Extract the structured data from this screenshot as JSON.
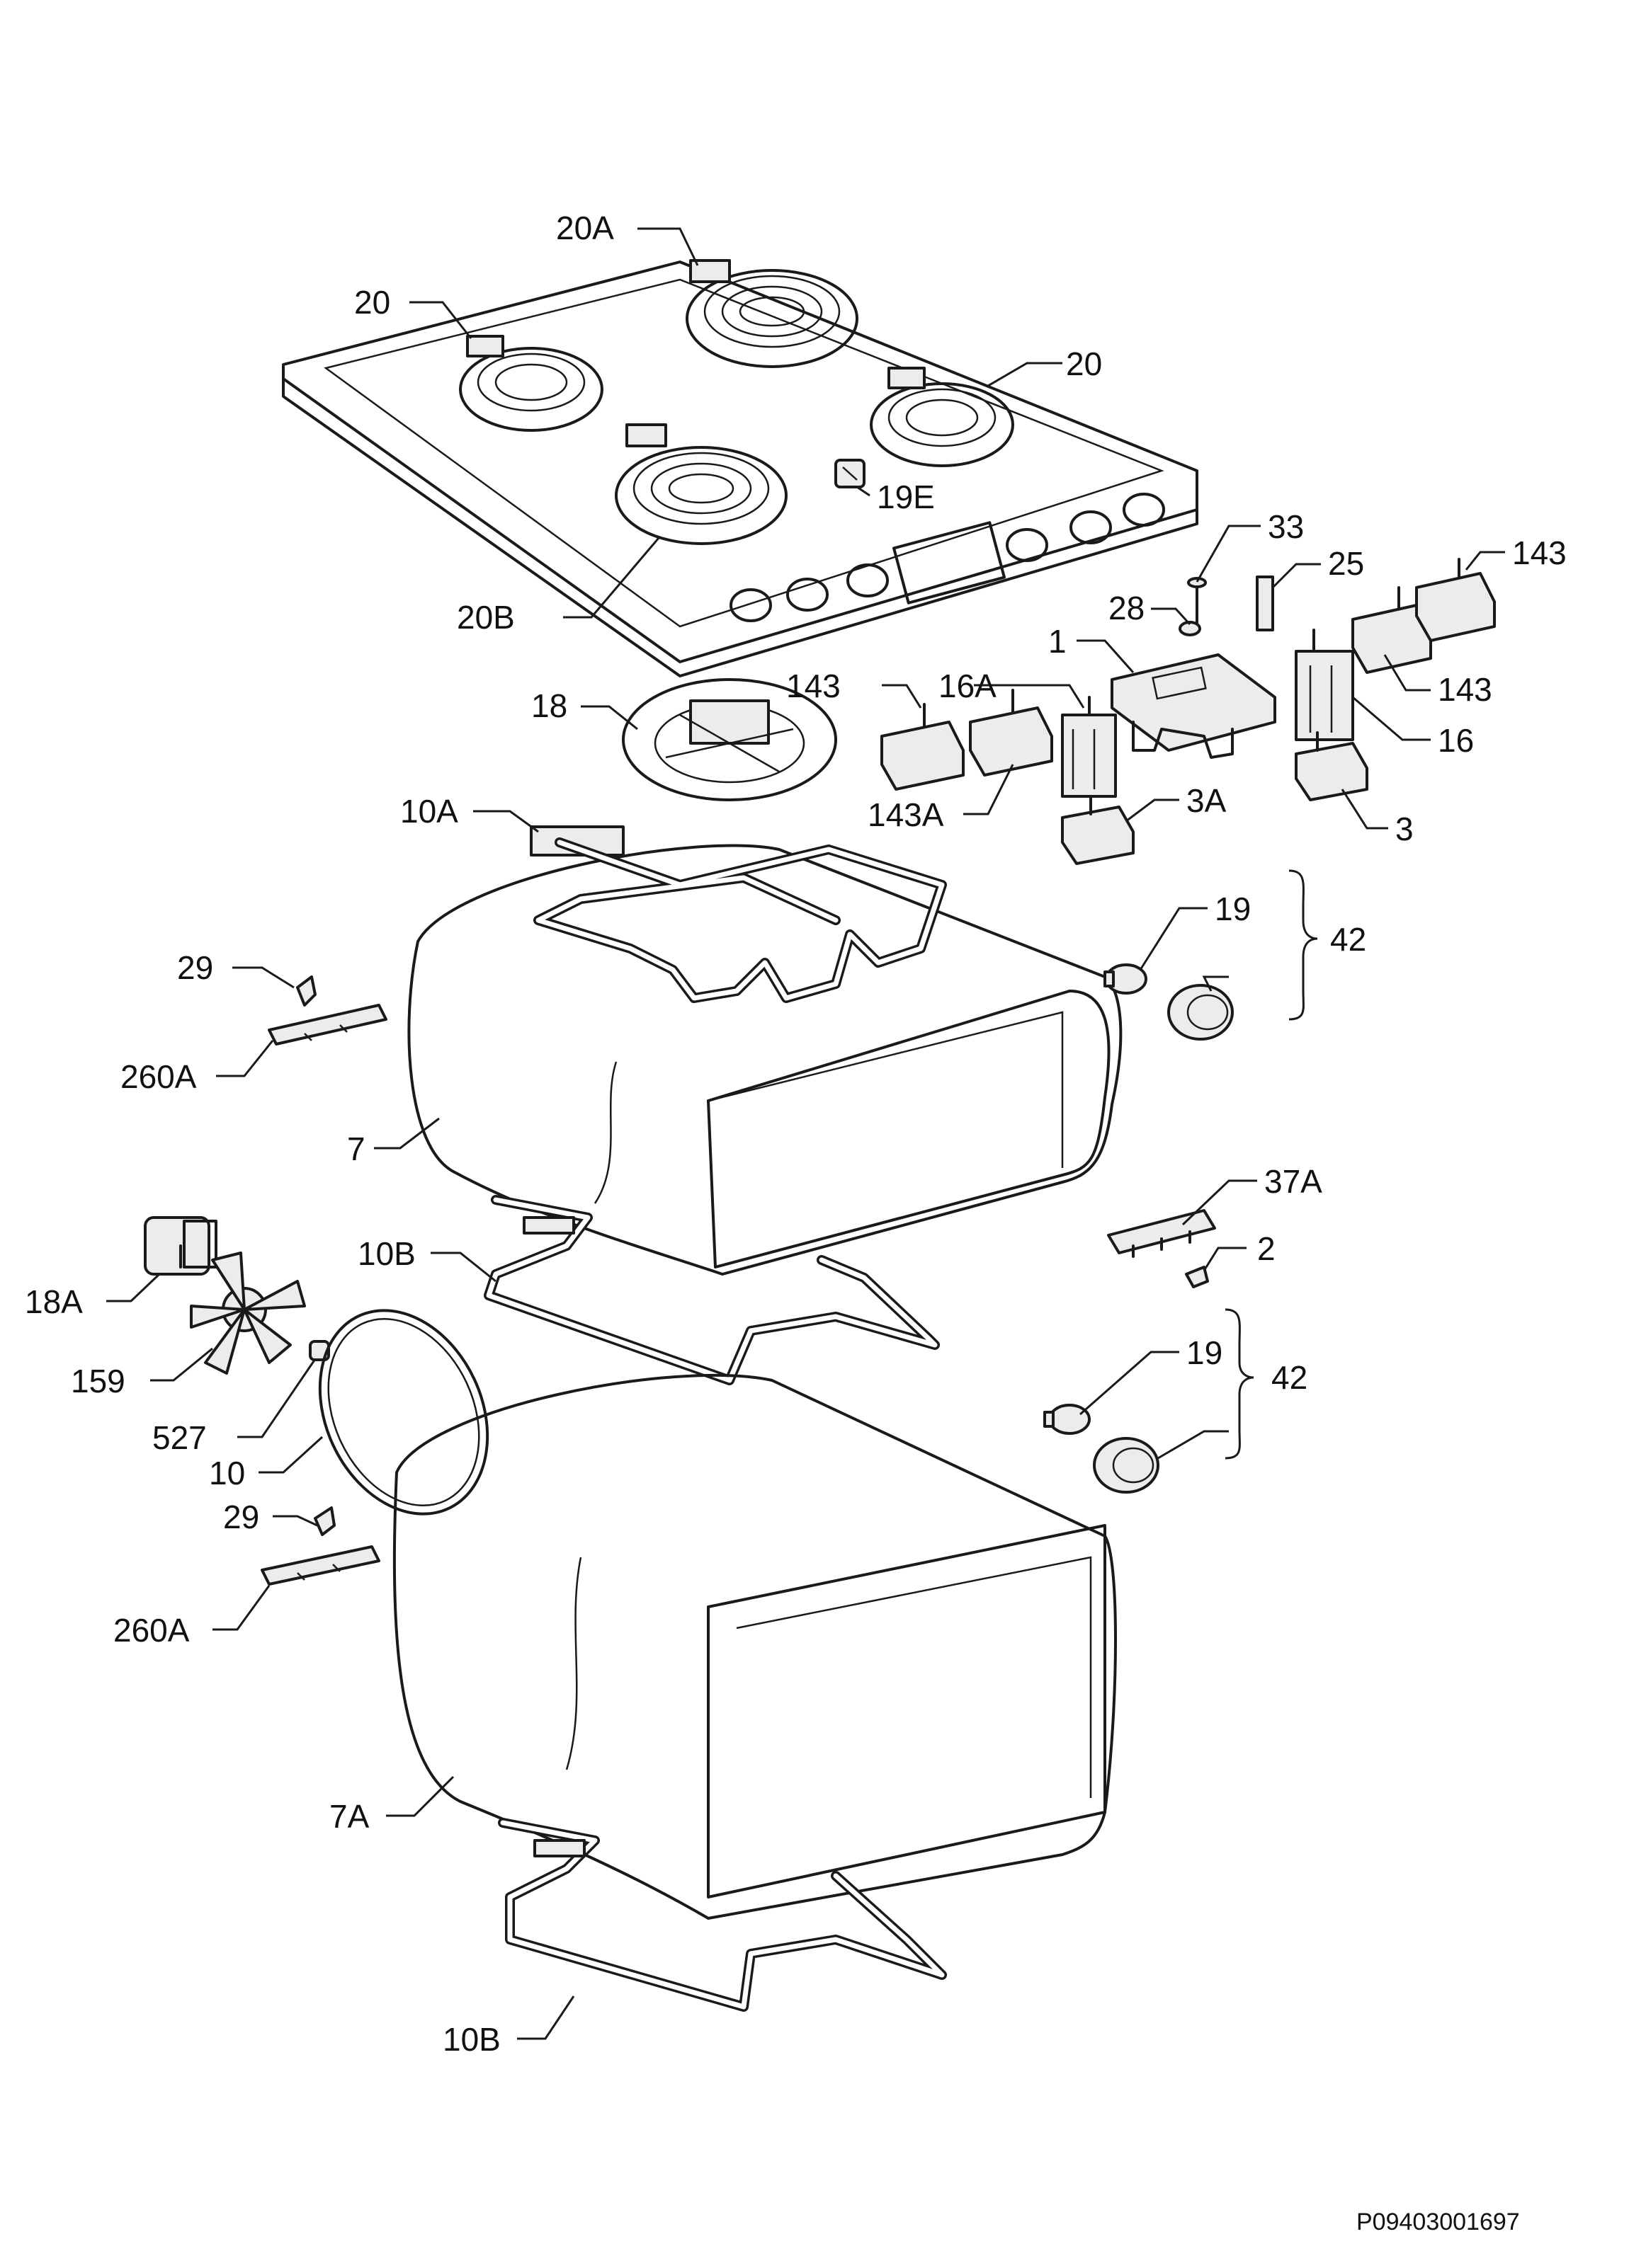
{
  "callouts": {
    "c20A": "20A",
    "c20_left": "20",
    "c20_right": "20",
    "c19E": "19E",
    "c20B": "20B",
    "c33": "33",
    "c25": "25",
    "c143_tr": "143",
    "c28": "28",
    "c1": "1",
    "c143_r": "143",
    "c18": "18",
    "c143_mid": "143",
    "c16A": "16A",
    "c16": "16",
    "c143A": "143A",
    "c3A": "3A",
    "c3": "3",
    "c10A": "10A",
    "c19_top": "19",
    "c42_top": "42",
    "c29_top": "29",
    "c260A_top": "260A",
    "c7": "7",
    "c37A": "37A",
    "c2": "2",
    "c10B_top": "10B",
    "c18A": "18A",
    "c159": "159",
    "c19_bot": "19",
    "c42_bot": "42",
    "c527": "527",
    "c10": "10",
    "c29_bot": "29",
    "c260A_bot": "260A",
    "c7A": "7A",
    "c10B_bot": "10B"
  },
  "drawing_code": "P09403001697"
}
